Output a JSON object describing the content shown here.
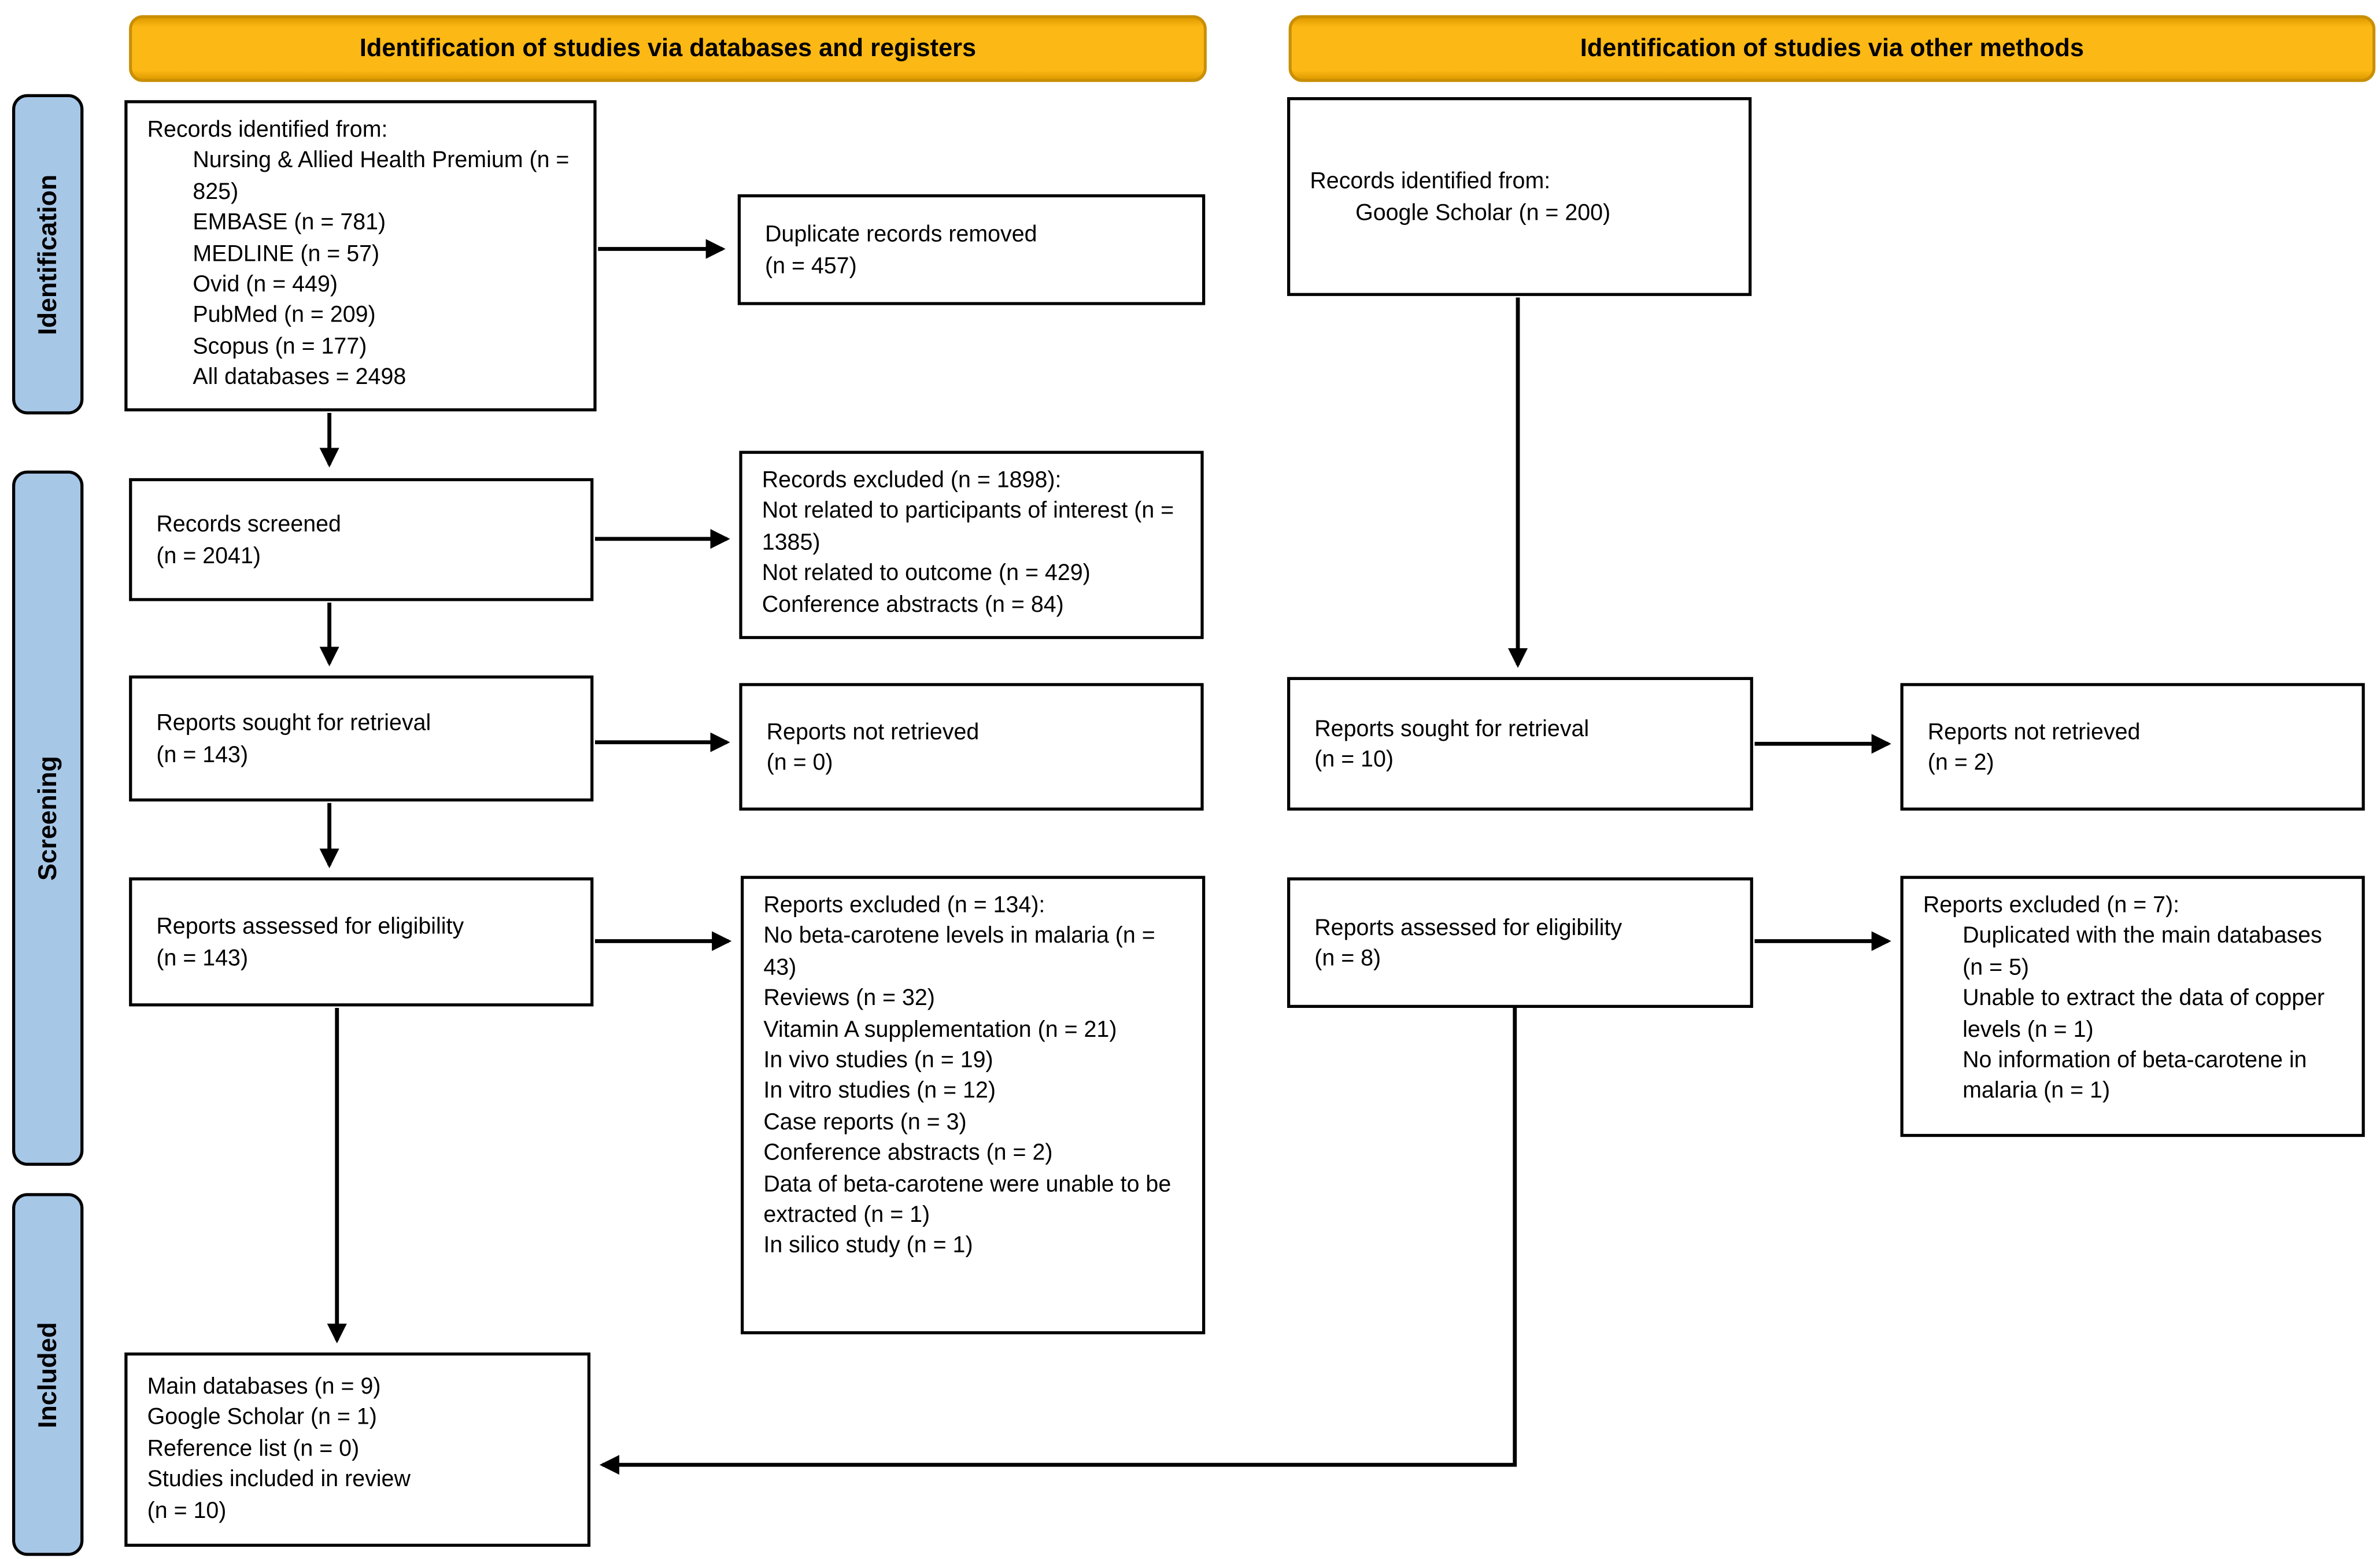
{
  "figure": {
    "type": "PRISMA flow diagram"
  },
  "colors": {
    "header_bg": "#FCB814",
    "header_border": "#C98F04",
    "sidebar_bg": "#A7C7E7",
    "box_border": "#000000",
    "box_bg": "#FFFFFF",
    "text": "#000000"
  },
  "headers": {
    "databases": "Identification of studies via databases and registers",
    "other": "Identification of studies via other methods"
  },
  "sidebar": {
    "identification": "Identification",
    "screening": "Screening",
    "included": "Included"
  },
  "left_column": {
    "records_identified": {
      "title": "Records identified from:",
      "items": [
        "Nursing & Allied Health Premium (n = 825)",
        "EMBASE (n = 781)",
        "MEDLINE (n = 57)",
        "Ovid (n = 449)",
        "PubMed (n = 209)",
        "Scopus (n = 177)",
        "All databases = 2498"
      ]
    },
    "duplicates_removed": {
      "lines": [
        "Duplicate records removed",
        "(n = 457)"
      ]
    },
    "records_screened": {
      "lines": [
        "Records screened",
        "(n = 2041)"
      ]
    },
    "records_excluded": {
      "title": "Records excluded (n = 1898):",
      "items": [
        "Not related to participants of interest (n = 1385)",
        "Not related to outcome (n = 429)",
        "Conference abstracts (n = 84)"
      ]
    },
    "reports_sought": {
      "lines": [
        "Reports sought for retrieval",
        "(n = 143)"
      ]
    },
    "reports_not_retrieved": {
      "lines": [
        "Reports not retrieved",
        "(n = 0)"
      ]
    },
    "reports_assessed": {
      "lines": [
        "Reports assessed for eligibility",
        "(n = 143)"
      ]
    },
    "reports_excluded": {
      "title": "Reports excluded (n = 134):",
      "items": [
        "No beta-carotene levels in malaria (n = 43)",
        "Reviews (n = 32)",
        "Vitamin A supplementation (n = 21)",
        "In vivo studies (n = 19)",
        "In vitro studies (n = 12)",
        "Case reports (n = 3)",
        "Conference abstracts (n = 2)",
        "Data of beta-carotene were unable to be extracted (n = 1)",
        "In silico study (n = 1)"
      ]
    },
    "included": {
      "lines": [
        "Main databases (n = 9)",
        "Google Scholar (n = 1)",
        "Reference list (n = 0)",
        "Studies included in review",
        "(n = 10)"
      ]
    }
  },
  "right_column": {
    "records_identified": {
      "title": "Records identified from:",
      "items": [
        "Google Scholar (n = 200)"
      ]
    },
    "reports_sought": {
      "lines": [
        "Reports sought for retrieval",
        "(n = 10)"
      ]
    },
    "reports_not_retrieved": {
      "lines": [
        "Reports not retrieved",
        "(n = 2)"
      ]
    },
    "reports_assessed": {
      "lines": [
        "Reports assessed for eligibility",
        "(n = 8)"
      ]
    },
    "reports_excluded": {
      "title": "Reports excluded (n = 7):",
      "items": [
        "Duplicated with the main databases (n = 5)",
        "Unable to extract the data of copper levels (n = 1)",
        "No information of beta-carotene in malaria (n = 1)"
      ]
    }
  }
}
